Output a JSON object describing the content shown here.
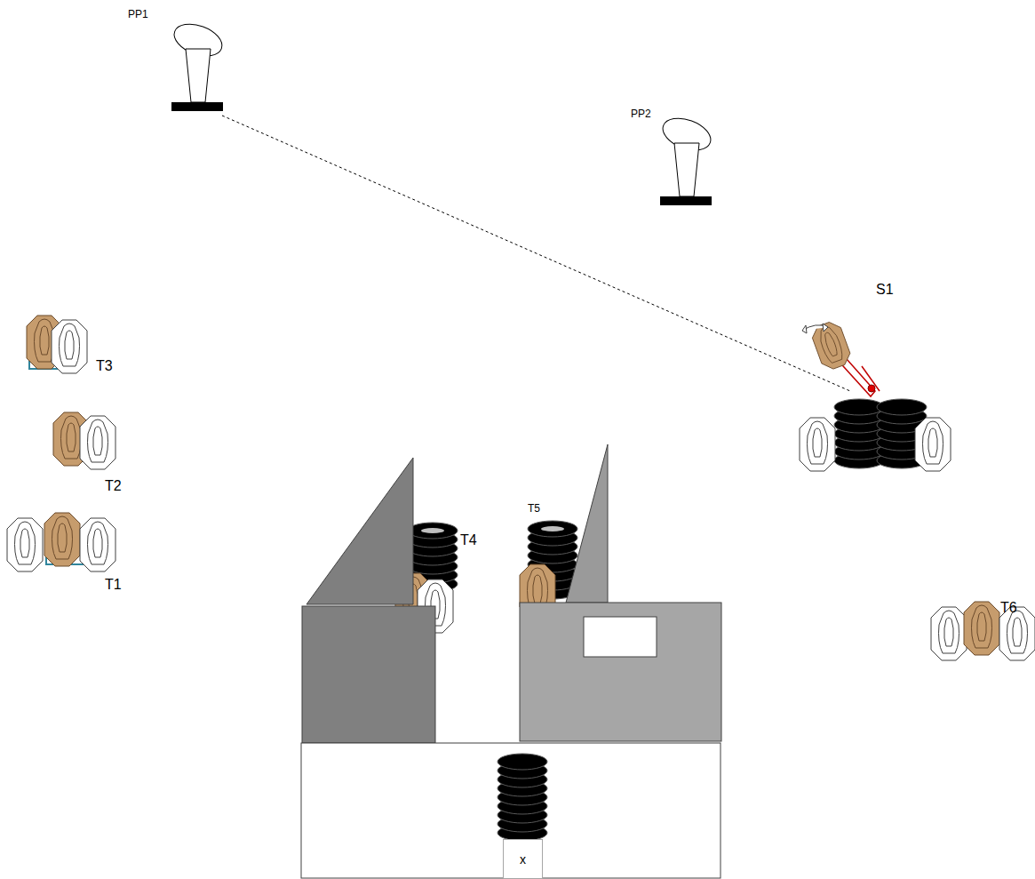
{
  "diagram": {
    "nodes": [
      {
        "text": [
          "x"
        ]
      }
    ],
    "labels": [
      "PP1",
      "PP2",
      "S1",
      "T3",
      "T2",
      "T1",
      "T4",
      "T5",
      "T6"
    ]
  }
}
